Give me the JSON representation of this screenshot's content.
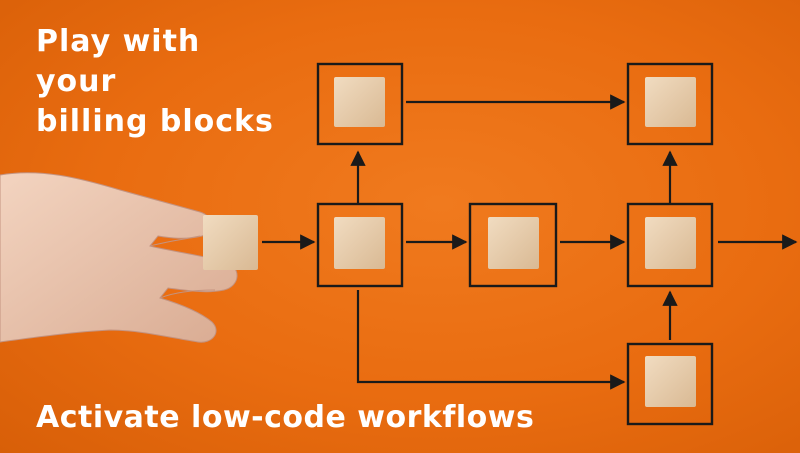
{
  "headline": {
    "lines": [
      "Play with",
      "your",
      "billing blocks"
    ]
  },
  "tagline": "Activate low-code workflows",
  "colors": {
    "background": "#e96c10",
    "text": "#ffffff",
    "frame": "#1a1a1a",
    "block": "#e8cfb0",
    "skin": "#e9c4ad"
  },
  "icons": {
    "hand": "hand-holding-block",
    "block": "wooden-cube",
    "arrow": "flow-arrow"
  }
}
